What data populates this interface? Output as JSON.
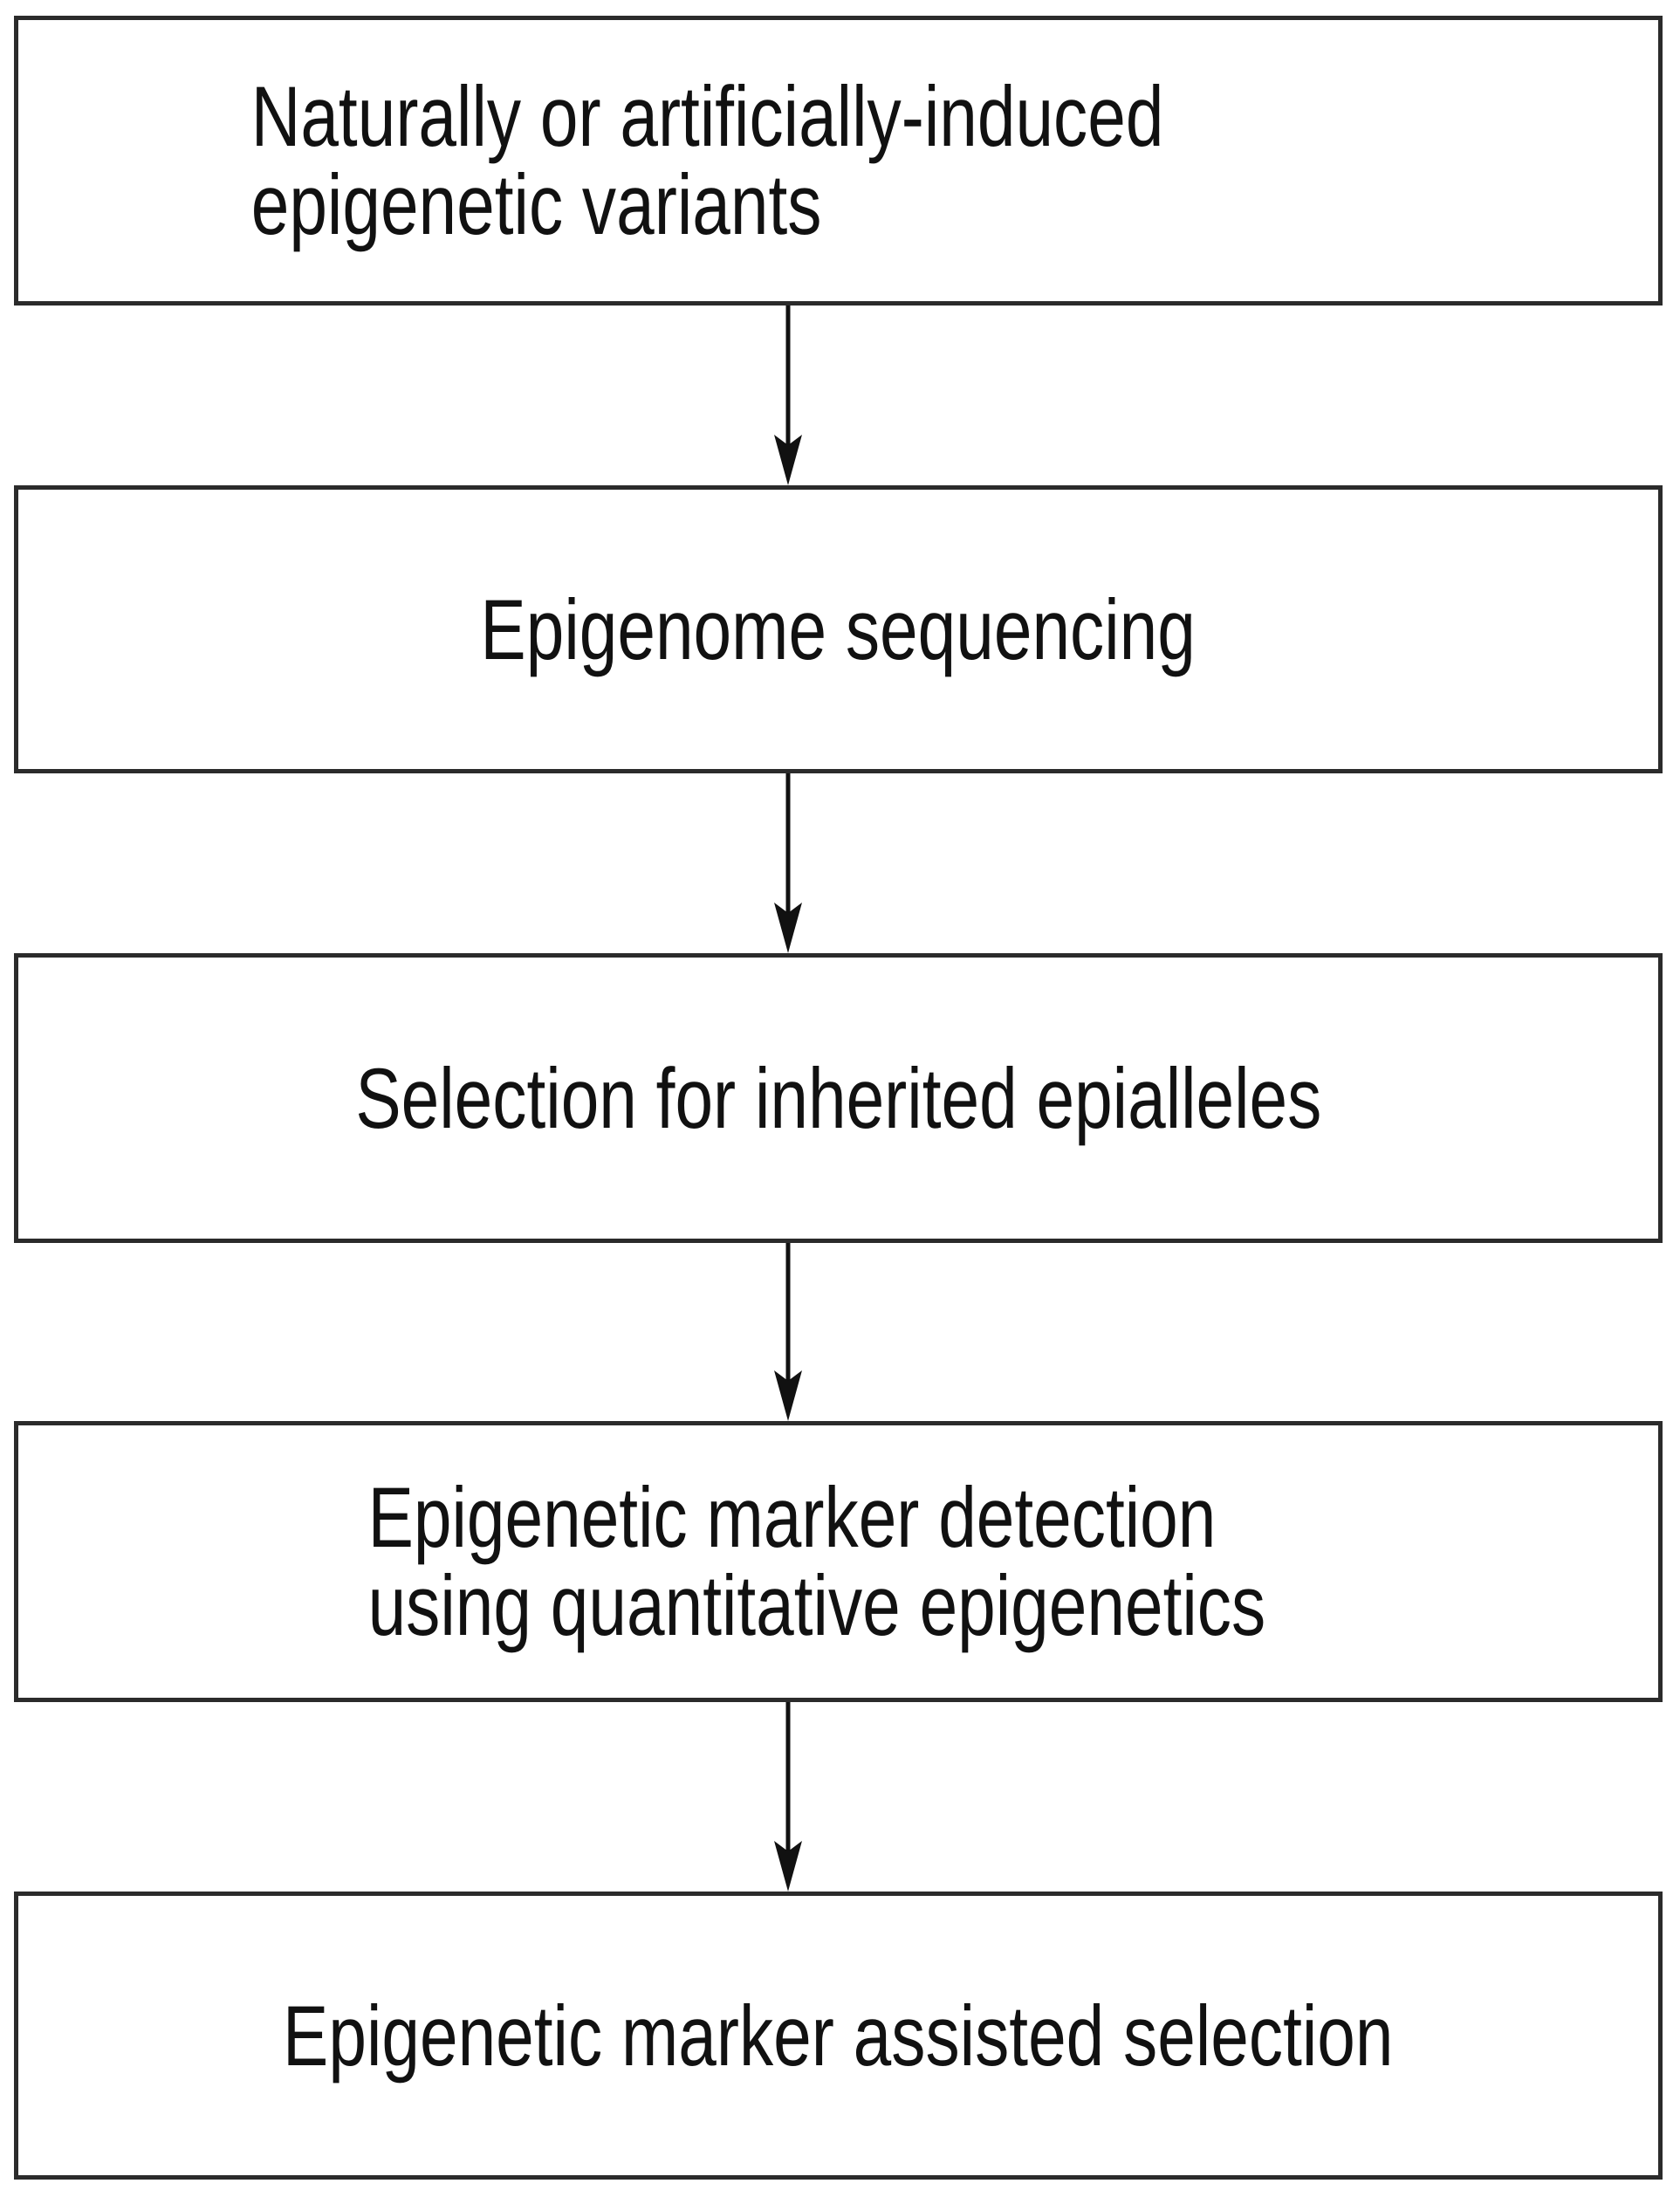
{
  "diagram": {
    "type": "flowchart",
    "orientation": "top-to-bottom",
    "background_color": "#ffffff",
    "box_border_color": "#2b2b2b",
    "text_color": "#111111",
    "arrow_color": "#111111",
    "nodes": [
      {
        "id": "node-1",
        "label": "Naturally  or artificially-induced\nepigenetic variants",
        "align": "left"
      },
      {
        "id": "node-2",
        "label": "Epigenome sequencing",
        "align": "center"
      },
      {
        "id": "node-3",
        "label": "Selection for inherited  epialleles",
        "align": "center"
      },
      {
        "id": "node-4",
        "label": "Epigenetic  marker  detection\nusing  quantitative  epigenetics",
        "align": "left"
      },
      {
        "id": "node-5",
        "label": "Epigenetic  marker assisted  selection",
        "align": "center"
      }
    ],
    "connectors": [
      {
        "id": "connector-1",
        "from": "node-1",
        "to": "node-2",
        "icon": "down-arrow-icon"
      },
      {
        "id": "connector-2",
        "from": "node-2",
        "to": "node-3",
        "icon": "down-arrow-icon"
      },
      {
        "id": "connector-3",
        "from": "node-3",
        "to": "node-4",
        "icon": "down-arrow-icon"
      },
      {
        "id": "connector-4",
        "from": "node-4",
        "to": "node-5",
        "icon": "down-arrow-icon"
      }
    ]
  }
}
